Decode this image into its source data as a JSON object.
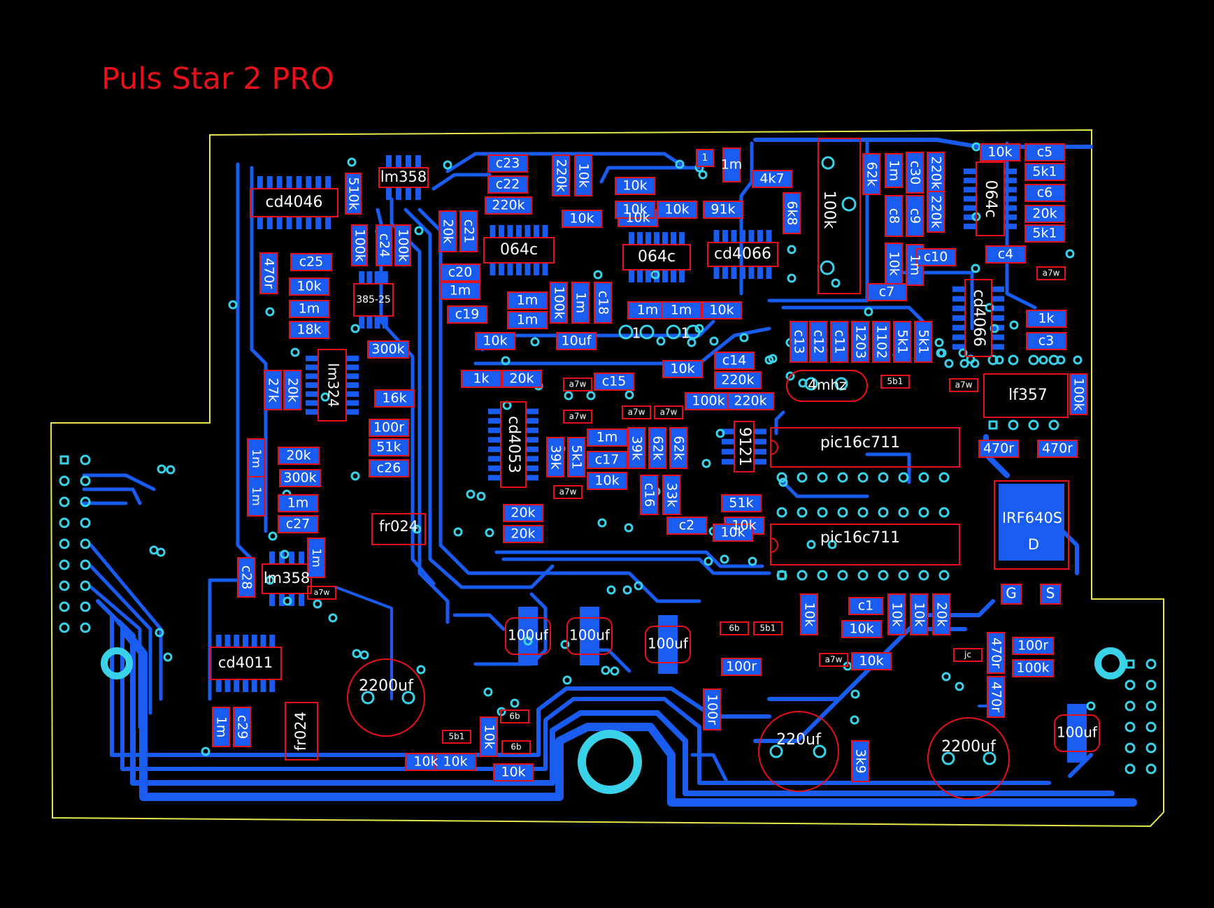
{
  "title": "Puls Star 2 PRO",
  "colors": {
    "background": "#000000",
    "outline": "#e6e64a",
    "trace": "#1a5cf0",
    "pad": "#3ad2e8",
    "silkscreen": "#e8101a",
    "text": "#ffffff",
    "title": "#e8101a"
  },
  "chips": [
    {
      "id": "u1",
      "label": "cd4046"
    },
    {
      "id": "u2",
      "label": "lm358"
    },
    {
      "id": "u3",
      "label": "385-25"
    },
    {
      "id": "u4",
      "label": "lm324"
    },
    {
      "id": "u5",
      "label": "lm358"
    },
    {
      "id": "u6",
      "label": "cd4011"
    },
    {
      "id": "u7",
      "label": "064c"
    },
    {
      "id": "u8",
      "label": "064c"
    },
    {
      "id": "u9",
      "label": "cd4066"
    },
    {
      "id": "u10",
      "label": "064c"
    },
    {
      "id": "u11",
      "label": "cd4066"
    },
    {
      "id": "u12",
      "label": "cd4053"
    },
    {
      "id": "u13",
      "label": "9121"
    },
    {
      "id": "u14",
      "label": "pic16c711"
    },
    {
      "id": "u15",
      "label": "pic16c711"
    },
    {
      "id": "u16",
      "label": "lf357"
    },
    {
      "id": "u17",
      "label": "100k"
    },
    {
      "id": "u18",
      "label": "IRF640S"
    },
    {
      "id": "u19",
      "label": "D"
    },
    {
      "id": "u20",
      "label": "fr024"
    },
    {
      "id": "u21",
      "label": "fr024"
    },
    {
      "id": "u22",
      "label": "4mhz"
    }
  ],
  "parts": [
    {
      "id": "p1",
      "label": "510k"
    },
    {
      "id": "p2",
      "label": "100k"
    },
    {
      "id": "p3",
      "label": "c24"
    },
    {
      "id": "p4",
      "label": "100k"
    },
    {
      "id": "p5",
      "label": "c25"
    },
    {
      "id": "p6",
      "label": "470r"
    },
    {
      "id": "p7",
      "label": "10k"
    },
    {
      "id": "p8",
      "label": "1m"
    },
    {
      "id": "p9",
      "label": "18k"
    },
    {
      "id": "p10",
      "label": "27k"
    },
    {
      "id": "p11",
      "label": "20k"
    },
    {
      "id": "p12",
      "label": "300k"
    },
    {
      "id": "p13",
      "label": "16k"
    },
    {
      "id": "p14",
      "label": "100r"
    },
    {
      "id": "p15",
      "label": "51k"
    },
    {
      "id": "p16",
      "label": "c26"
    },
    {
      "id": "p17",
      "label": "1m"
    },
    {
      "id": "p18",
      "label": "1m"
    },
    {
      "id": "p19",
      "label": "20k"
    },
    {
      "id": "p20",
      "label": "300k"
    },
    {
      "id": "p21",
      "label": "1m"
    },
    {
      "id": "p22",
      "label": "c27"
    },
    {
      "id": "p23",
      "label": "1m"
    },
    {
      "id": "p24",
      "label": "c28"
    },
    {
      "id": "p25",
      "label": "a7w"
    },
    {
      "id": "p26",
      "label": "10k"
    },
    {
      "id": "p27",
      "label": "10k"
    },
    {
      "id": "p28",
      "label": "1m"
    },
    {
      "id": "p29",
      "label": "c29"
    },
    {
      "id": "p30",
      "label": "c23"
    },
    {
      "id": "p31",
      "label": "c22"
    },
    {
      "id": "p32",
      "label": "220k"
    },
    {
      "id": "p33",
      "label": "220k"
    },
    {
      "id": "p34",
      "label": "10k"
    },
    {
      "id": "p35",
      "label": "20k"
    },
    {
      "id": "p36",
      "label": "c21"
    },
    {
      "id": "p37",
      "label": "c20"
    },
    {
      "id": "p38",
      "label": "1m"
    },
    {
      "id": "p39",
      "label": "c19"
    },
    {
      "id": "p40",
      "label": "1m"
    },
    {
      "id": "p41",
      "label": "1m"
    },
    {
      "id": "p42",
      "label": "100k"
    },
    {
      "id": "p43",
      "label": "1m"
    },
    {
      "id": "p44",
      "label": "c18"
    },
    {
      "id": "p45",
      "label": "10k"
    },
    {
      "id": "p46",
      "label": "10uf"
    },
    {
      "id": "p47",
      "label": "10k"
    },
    {
      "id": "p48",
      "label": "10k"
    },
    {
      "id": "p49",
      "label": "10k"
    },
    {
      "id": "p50",
      "label": "10k"
    },
    {
      "id": "p51",
      "label": "10k"
    },
    {
      "id": "p52",
      "label": "1"
    },
    {
      "id": "p53",
      "label": "1m"
    },
    {
      "id": "p54",
      "label": "4k7"
    },
    {
      "id": "p55",
      "label": "91k"
    },
    {
      "id": "p56",
      "label": "6k8"
    },
    {
      "id": "p57",
      "label": "1m"
    },
    {
      "id": "p58",
      "label": "1m"
    },
    {
      "id": "p59",
      "label": "10k"
    },
    {
      "id": "p60",
      "label": "10k"
    },
    {
      "id": "p61",
      "label": "1k"
    },
    {
      "id": "p62",
      "label": "20k"
    },
    {
      "id": "p63",
      "label": "a7w"
    },
    {
      "id": "p64",
      "label": "c15"
    },
    {
      "id": "p65",
      "label": "a7w"
    },
    {
      "id": "p66",
      "label": "a7w"
    },
    {
      "id": "p67",
      "label": "a7w"
    },
    {
      "id": "p68",
      "label": "1m"
    },
    {
      "id": "p69",
      "label": "39k"
    },
    {
      "id": "p70",
      "label": "5k1"
    },
    {
      "id": "p71",
      "label": "c17"
    },
    {
      "id": "p72",
      "label": "39k"
    },
    {
      "id": "p73",
      "label": "62k"
    },
    {
      "id": "p74",
      "label": "62k"
    },
    {
      "id": "p75",
      "label": "10k"
    },
    {
      "id": "p76",
      "label": "c16"
    },
    {
      "id": "p77",
      "label": "33k"
    },
    {
      "id": "p78",
      "label": "a7w"
    },
    {
      "id": "p79",
      "label": "20k"
    },
    {
      "id": "p80",
      "label": "20k"
    },
    {
      "id": "p81",
      "label": "c2"
    },
    {
      "id": "p82",
      "label": "10k"
    },
    {
      "id": "p83",
      "label": "51k"
    },
    {
      "id": "p84",
      "label": "10k"
    },
    {
      "id": "p85",
      "label": "c14"
    },
    {
      "id": "p86",
      "label": "220k"
    },
    {
      "id": "p87",
      "label": "100k"
    },
    {
      "id": "p88",
      "label": "220k"
    },
    {
      "id": "p89",
      "label": "62k"
    },
    {
      "id": "p90",
      "label": "1m"
    },
    {
      "id": "p91",
      "label": "c30"
    },
    {
      "id": "p92",
      "label": "220k"
    },
    {
      "id": "p93",
      "label": "220k"
    },
    {
      "id": "p94",
      "label": "c8"
    },
    {
      "id": "p95",
      "label": "c9"
    },
    {
      "id": "p96",
      "label": "10k"
    },
    {
      "id": "p97",
      "label": "1m"
    },
    {
      "id": "p98",
      "label": "c10"
    },
    {
      "id": "p99",
      "label": "c7"
    },
    {
      "id": "p100",
      "label": "10k"
    },
    {
      "id": "p101",
      "label": "c5"
    },
    {
      "id": "p102",
      "label": "5k1"
    },
    {
      "id": "p103",
      "label": "c6"
    },
    {
      "id": "p104",
      "label": "20k"
    },
    {
      "id": "p105",
      "label": "5k1"
    },
    {
      "id": "p106",
      "label": "c4"
    },
    {
      "id": "p107",
      "label": "a7w"
    },
    {
      "id": "p108",
      "label": "1k"
    },
    {
      "id": "p109",
      "label": "c3"
    },
    {
      "id": "p110",
      "label": "c13"
    },
    {
      "id": "p111",
      "label": "c12"
    },
    {
      "id": "p112",
      "label": "c11"
    },
    {
      "id": "p113",
      "label": "1203"
    },
    {
      "id": "p114",
      "label": "1102"
    },
    {
      "id": "p115",
      "label": "5k1"
    },
    {
      "id": "p116",
      "label": "5k1"
    },
    {
      "id": "p117",
      "label": "5b1"
    },
    {
      "id": "p118",
      "label": "a7w"
    },
    {
      "id": "p119",
      "label": "100k"
    },
    {
      "id": "p120",
      "label": "470r"
    },
    {
      "id": "p121",
      "label": "470r"
    },
    {
      "id": "p122",
      "label": "G"
    },
    {
      "id": "p123",
      "label": "S"
    },
    {
      "id": "p124",
      "label": "10k"
    },
    {
      "id": "p125",
      "label": "c1"
    },
    {
      "id": "p126",
      "label": "10k"
    },
    {
      "id": "p127",
      "label": "a7w"
    },
    {
      "id": "p128",
      "label": "10k"
    },
    {
      "id": "p129",
      "label": "10k"
    },
    {
      "id": "p130",
      "label": "10k"
    },
    {
      "id": "p131",
      "label": "20k"
    },
    {
      "id": "p132",
      "label": "jc"
    },
    {
      "id": "p133",
      "label": "470r"
    },
    {
      "id": "p134",
      "label": "470r"
    },
    {
      "id": "p135",
      "label": "100r"
    },
    {
      "id": "p136",
      "label": "100k"
    },
    {
      "id": "p137",
      "label": "6b"
    },
    {
      "id": "p138",
      "label": "5b1"
    },
    {
      "id": "p139",
      "label": "100r"
    },
    {
      "id": "p140",
      "label": "100r"
    },
    {
      "id": "p141",
      "label": "3k9"
    },
    {
      "id": "p142",
      "label": "5b1"
    },
    {
      "id": "p143",
      "label": "10k"
    },
    {
      "id": "p144",
      "label": "6b"
    },
    {
      "id": "p145",
      "label": "6b"
    },
    {
      "id": "p146",
      "label": "10k"
    },
    {
      "id": "p147",
      "label": "10k"
    },
    {
      "id": "p148",
      "label": "10k"
    },
    {
      "id": "p149",
      "label": "10k"
    },
    {
      "id": "p150",
      "label": "1"
    },
    {
      "id": "p151",
      "label": "1"
    }
  ],
  "capacitors": [
    {
      "id": "e1",
      "label": "100uf"
    },
    {
      "id": "e2",
      "label": "100uf"
    },
    {
      "id": "e3",
      "label": "100uf"
    },
    {
      "id": "e4",
      "label": "100uf"
    },
    {
      "id": "e5",
      "label": "2200uf"
    },
    {
      "id": "e6",
      "label": "220uf"
    },
    {
      "id": "e7",
      "label": "2200uf"
    }
  ]
}
